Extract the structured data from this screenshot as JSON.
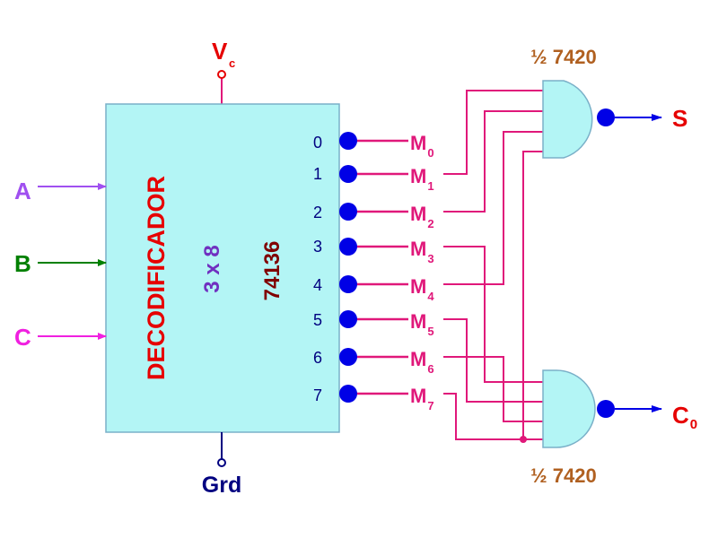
{
  "colors": {
    "chip_fill": "#b3f5f5",
    "chip_stroke": "#7ab0c8",
    "wire_pink": "#e0187a",
    "bubble_blue": "#0000e6",
    "red": "#e60000",
    "input_a": "#a050f0",
    "input_b": "#008000",
    "input_c": "#f020e0",
    "navy": "#000080",
    "brown": "#b06020",
    "dark_red": "#800000",
    "purple": "#7030c0"
  },
  "supply": {
    "vc_main": "V",
    "vc_sub": "c",
    "ground": "Grd"
  },
  "inputs": [
    {
      "label": "A",
      "color_key": "input_a"
    },
    {
      "label": "B",
      "color_key": "input_b"
    },
    {
      "label": "C",
      "color_key": "input_c"
    }
  ],
  "chip": {
    "name": "DECODIFICADOR",
    "size": "3 x 8",
    "part": "74136",
    "pins": [
      "0",
      "1",
      "2",
      "3",
      "4",
      "5",
      "6",
      "7"
    ]
  },
  "minterms": [
    {
      "main": "M",
      "sub": "0"
    },
    {
      "main": "M",
      "sub": "1"
    },
    {
      "main": "M",
      "sub": "2"
    },
    {
      "main": "M",
      "sub": "3"
    },
    {
      "main": "M",
      "sub": "4"
    },
    {
      "main": "M",
      "sub": "5"
    },
    {
      "main": "M",
      "sub": "6"
    },
    {
      "main": "M",
      "sub": "7"
    }
  ],
  "gates": {
    "top_label": "½ 7420",
    "bottom_label": "½ 7420",
    "output_s": "S",
    "output_c_main": "C",
    "output_c_sub": "0"
  }
}
